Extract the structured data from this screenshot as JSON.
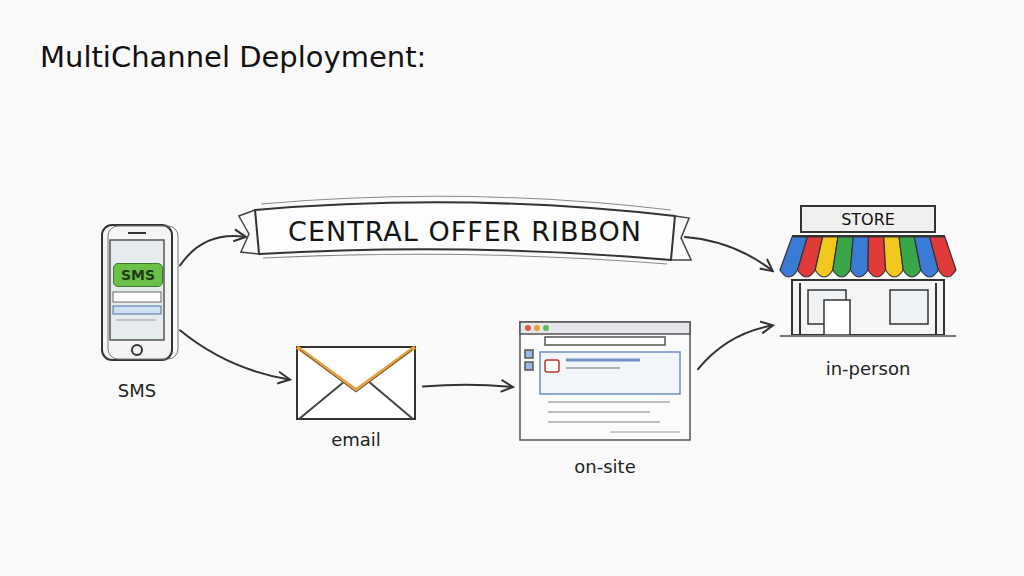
{
  "diagram": {
    "title": "MultiChannel Deployment:",
    "nodes": [
      {
        "text": [
          "SMS"
        ]
      },
      {
        "text": [
          "SMS"
        ],
        "in": 0
      },
      {
        "text": [
          "CENTRAL OFFER RIBBON"
        ]
      },
      {
        "text": [
          "email"
        ]
      },
      {
        "text": [
          "on-site"
        ]
      },
      {
        "text": [
          "in-person"
        ]
      },
      {
        "text": [
          "STORE"
        ],
        "in": 5
      }
    ],
    "edges": [
      {
        "from": 0,
        "to": 2,
        "arrow": "to"
      },
      {
        "from": 2,
        "to": 5,
        "arrow": "to"
      },
      {
        "from": 0,
        "to": 3,
        "arrow": "to"
      },
      {
        "from": 3,
        "to": 4,
        "arrow": "to"
      },
      {
        "from": 4,
        "to": 5,
        "arrow": "to"
      }
    ]
  }
}
